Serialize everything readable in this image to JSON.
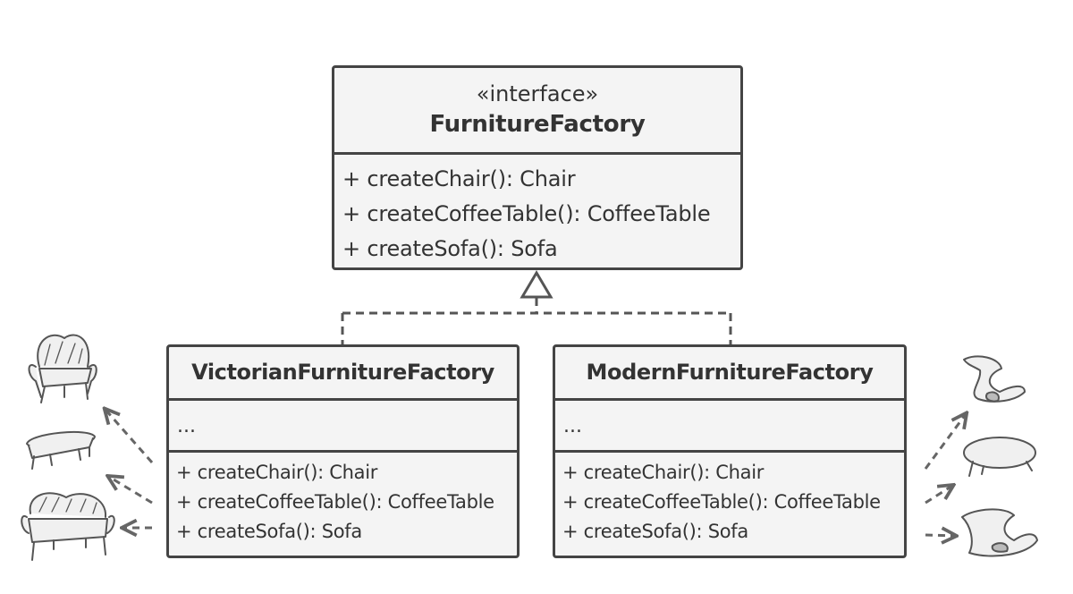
{
  "interface": {
    "stereotype": "«interface»",
    "name": "FurnitureFactory",
    "methods": [
      "+ createChair(): Chair",
      "+ createCoffeeTable(): CoffeeTable",
      "+ createSofa(): Sofa"
    ]
  },
  "victorian": {
    "name": "VictorianFurnitureFactory",
    "fields": "...",
    "methods": [
      "+ createChair(): Chair",
      "+ createCoffeeTable(): CoffeeTable",
      "+ createSofa(): Sofa"
    ]
  },
  "modern": {
    "name": "ModernFurnitureFactory",
    "fields": "...",
    "methods": [
      "+ createChair(): Chair",
      "+ createCoffeeTable(): CoffeeTable",
      "+ createSofa(): Sofa"
    ]
  },
  "colors": {
    "border": "#444444",
    "box_fill": "#f4f4f4",
    "text": "#333333",
    "arrow": "#666666"
  },
  "icons": [
    "victorian-armchair-icon",
    "victorian-coffee-table-icon",
    "victorian-sofa-icon",
    "modern-chair-icon",
    "modern-coffee-table-icon",
    "modern-sofa-icon"
  ]
}
